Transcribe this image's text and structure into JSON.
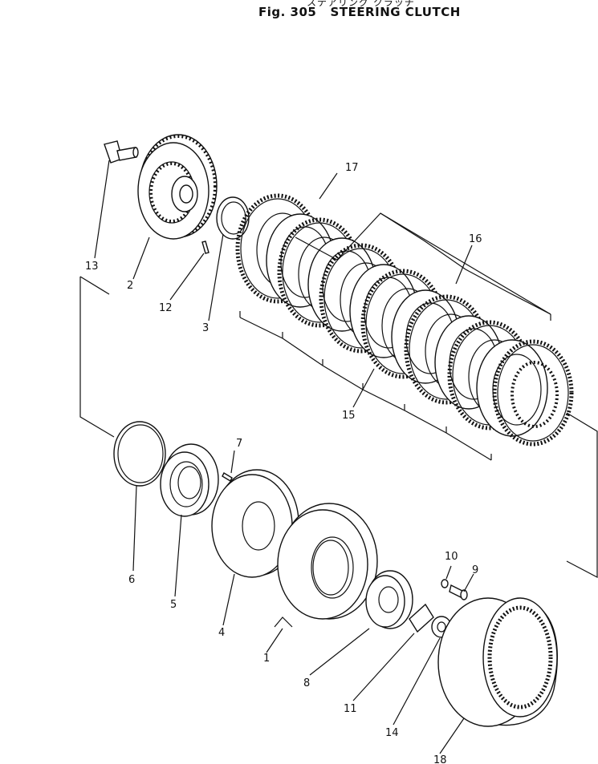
{
  "header": {
    "jp_subtitle": "ステアリング クラッチ",
    "fig_number": "Fig. 305",
    "title": "STEERING CLUTCH"
  },
  "callouts": {
    "c1": "1",
    "c2": "2",
    "c3": "3",
    "c4": "4",
    "c5": "5",
    "c6": "6",
    "c7": "7",
    "c8": "8",
    "c9": "9",
    "c10": "10",
    "c11": "11",
    "c12": "12",
    "c13": "13",
    "c14": "14",
    "c15": "15",
    "c16": "16",
    "c17": "17",
    "c18": "18"
  }
}
